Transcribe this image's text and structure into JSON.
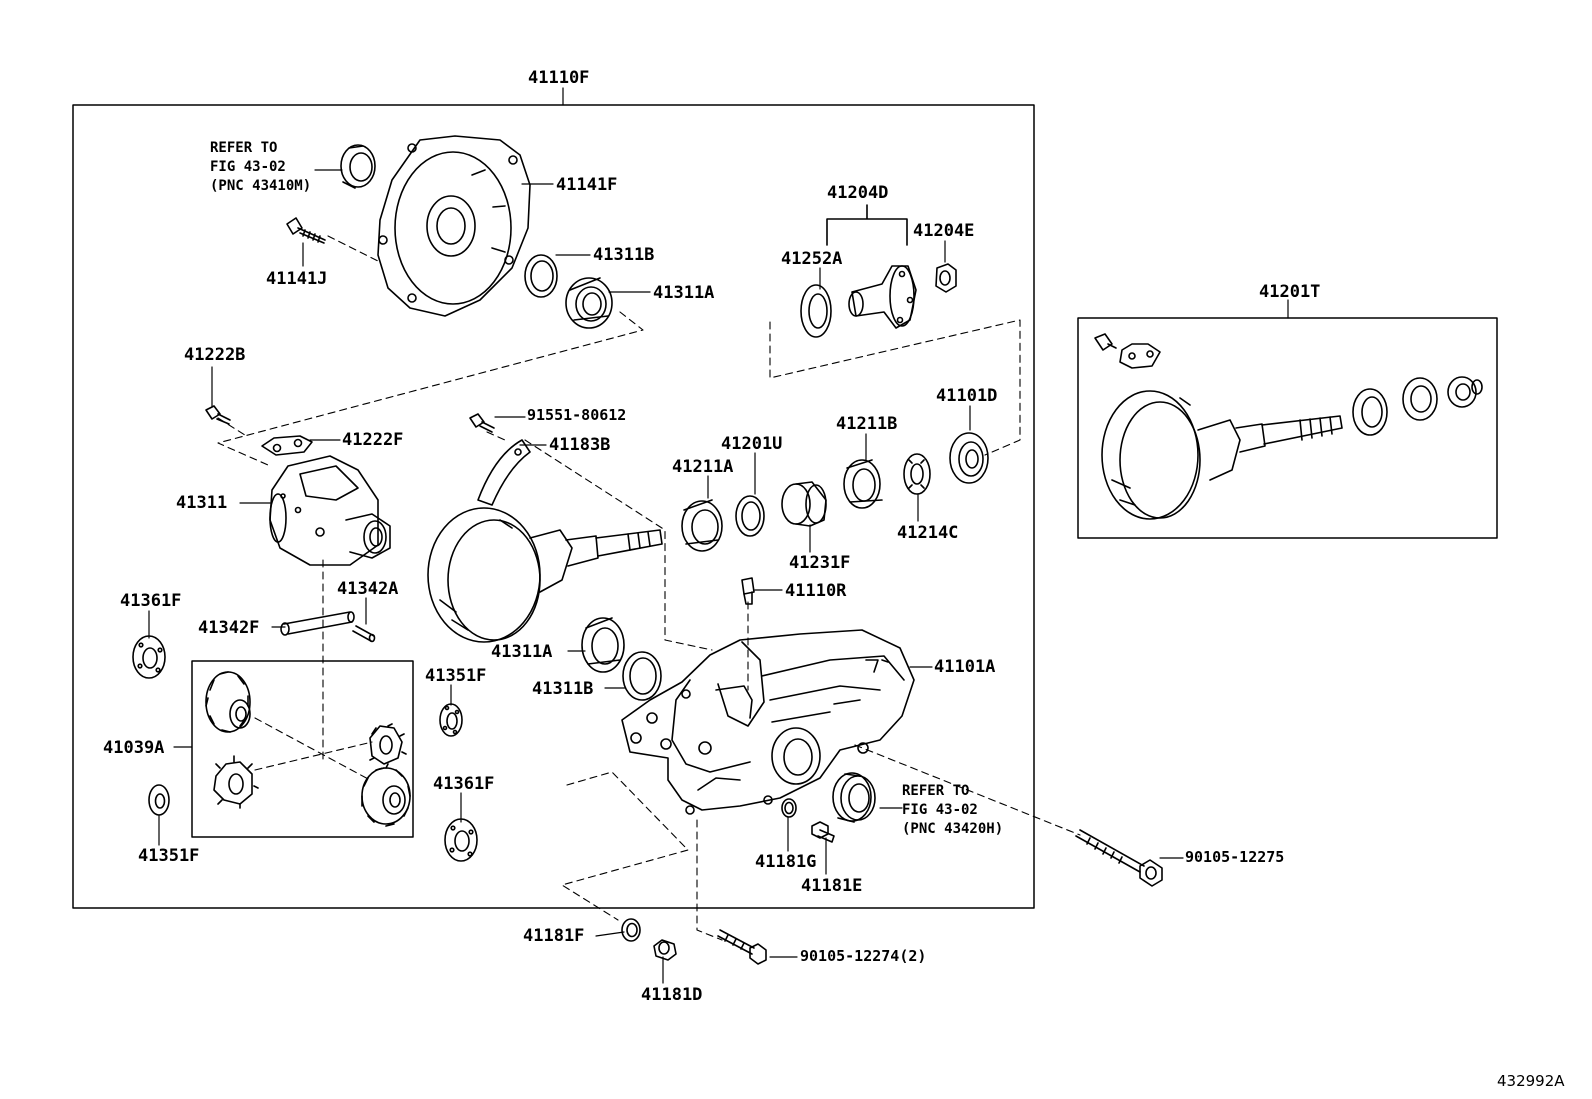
{
  "parts": {
    "p41110F": "41110F",
    "p41141F": "41141F",
    "p41141J": "41141J",
    "p41311B_top": "41311B",
    "p41311A_top": "41311A",
    "p41204D": "41204D",
    "p41204E": "41204E",
    "p41252A": "41252A",
    "p41201T": "41201T",
    "p41222B": "41222B",
    "p41222F": "41222F",
    "p91551": "91551-80612",
    "p41183B": "41183B",
    "p41211A": "41211A",
    "p41201U": "41201U",
    "p41211B": "41211B",
    "p41101D": "41101D",
    "p41311": "41311",
    "p41214C": "41214C",
    "p41231F": "41231F",
    "p41110R": "41110R",
    "p41342A": "41342A",
    "p41361F_a": "41361F",
    "p41342F": "41342F",
    "p41311A_mid": "41311A",
    "p41311B_mid": "41311B",
    "p41101A": "41101A",
    "p41351F_a": "41351F",
    "p41039A": "41039A",
    "p41361F_b": "41361F",
    "p41351F_b": "41351F",
    "p41181G": "41181G",
    "p41181E": "41181E",
    "p90105_12275": "90105-12275",
    "p41181F": "41181F",
    "p90105_12274": "90105-12274(2)",
    "p41181D": "41181D"
  },
  "notes": {
    "refer_top": "REFER TO\nFIG 43-02\n(PNC 43410M)",
    "refer_right": "REFER TO\nFIG 43-02\n(PNC 43420H)"
  },
  "figure_id": "432992A"
}
